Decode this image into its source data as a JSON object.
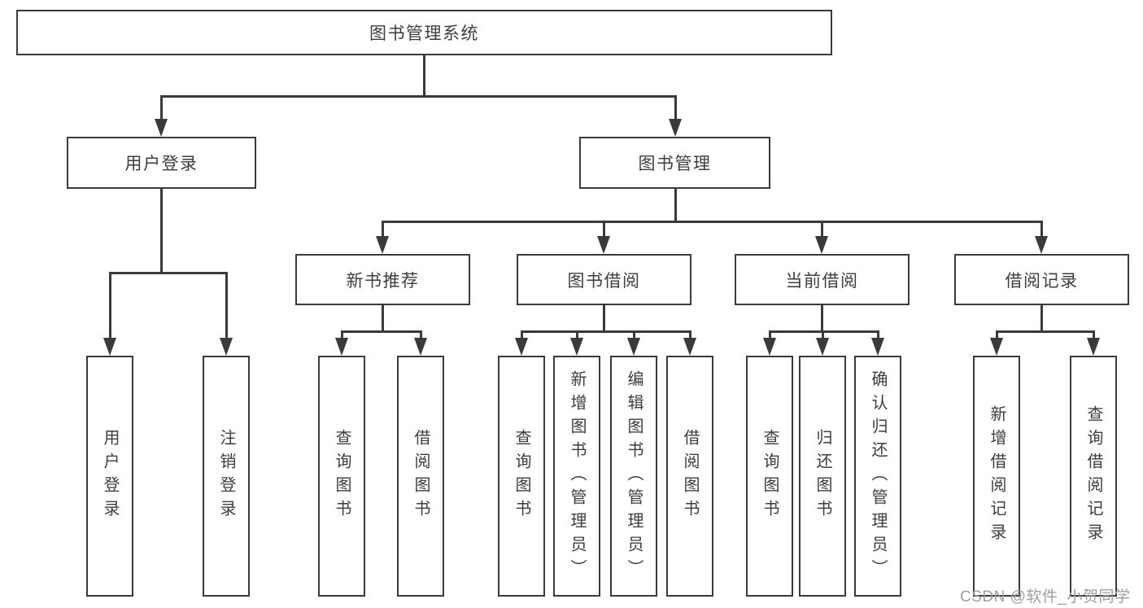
{
  "diagram_type": "hierarchy-tree",
  "tree": {
    "root_label": "图书管理系统",
    "branches": [
      {
        "label": "用户登录",
        "children": [
          {
            "label": "用户登录"
          },
          {
            "label": "注销登录"
          }
        ]
      },
      {
        "label": "图书管理",
        "children": [
          {
            "label": "新书推荐",
            "children": [
              {
                "label": "查询图书"
              },
              {
                "label": "借阅图书"
              }
            ]
          },
          {
            "label": "图书借阅",
            "children": [
              {
                "label": "查询图书"
              },
              {
                "label": "新增图书（管理员）"
              },
              {
                "label": "编辑图书（管理员）"
              },
              {
                "label": "借阅图书"
              }
            ]
          },
          {
            "label": "当前借阅",
            "children": [
              {
                "label": "查询图书"
              },
              {
                "label": "归还图书"
              },
              {
                "label": "确认归还（管理员）"
              }
            ]
          },
          {
            "label": "借阅记录",
            "children": [
              {
                "label": "新增借阅记录"
              },
              {
                "label": "查询借阅记录"
              }
            ]
          }
        ]
      }
    ]
  },
  "watermark": {
    "text": "CSDN @软件_小贺同学"
  },
  "colors": {
    "line": "#3a3a3a",
    "node_text": "#3d3d3d",
    "node_fill": "#ffffff",
    "watermark": "#9e9e9e",
    "background": "#ffffff"
  }
}
